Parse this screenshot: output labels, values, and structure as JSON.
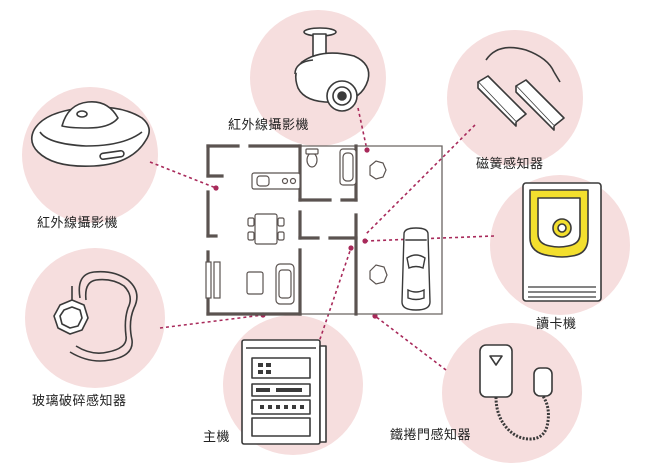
{
  "colors": {
    "circle_fill": "#f6dede",
    "connector": "#a8295a",
    "outline": "#3a3a3a",
    "wall": "#5b5350",
    "card_reader_accent": "#f3df2e"
  },
  "devices": {
    "ir_camera_ceiling": {
      "label": "紅外線攝影機",
      "icon": "ceiling-ir-camera-icon"
    },
    "ir_camera_dome": {
      "label": "紅外線攝影機",
      "icon": "dome-ir-camera-icon"
    },
    "reed_sensor": {
      "label": "磁簧感知器",
      "icon": "magnetic-reed-sensor-icon"
    },
    "card_reader": {
      "label": "讀卡機",
      "icon": "card-reader-icon"
    },
    "glass_break": {
      "label": "玻璃破碎感知器",
      "icon": "glass-break-sensor-icon"
    },
    "control_panel": {
      "label": "主機",
      "icon": "control-panel-icon"
    },
    "shutter_sensor": {
      "label": "鐵捲門感知器",
      "icon": "rolling-shutter-sensor-icon"
    }
  }
}
